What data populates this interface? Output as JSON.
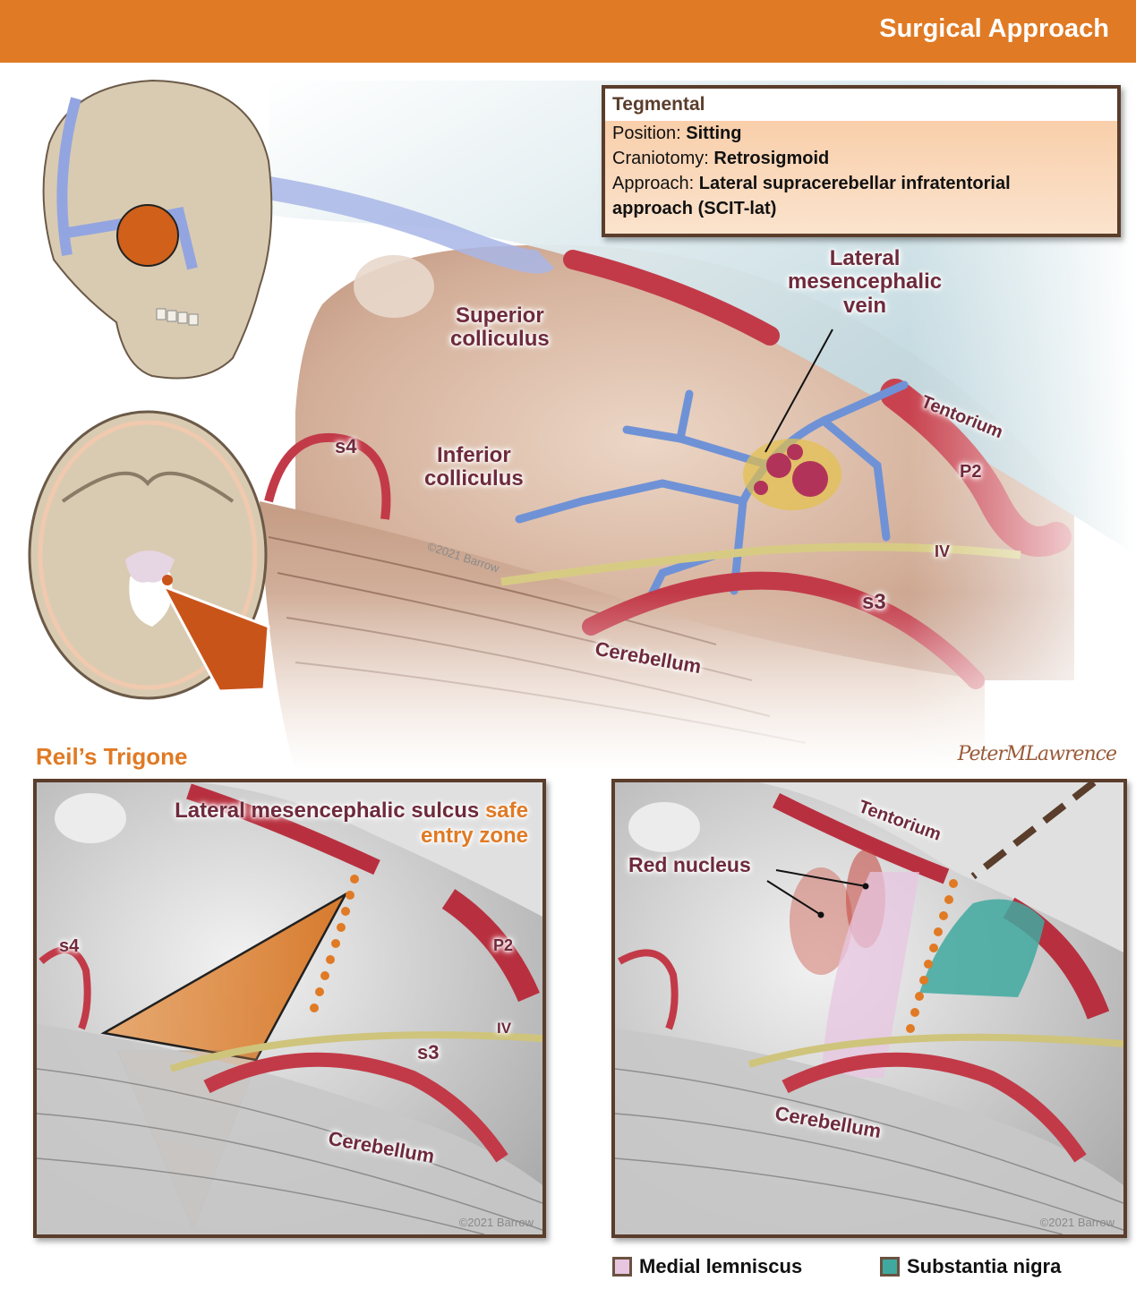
{
  "header": {
    "title": "Surgical Approach",
    "color": "#e07a24"
  },
  "info_box": {
    "title": "Tegmental",
    "rows": [
      {
        "label": "Position:",
        "value": "Sitting"
      },
      {
        "label": "Craniotomy:",
        "value": "Retrosigmoid"
      },
      {
        "label": "Approach:",
        "value": "Lateral supracerebellar infratentorial",
        "value_cont": "approach (SCIT-lat)"
      }
    ]
  },
  "main_labels": {
    "lateral_vein": [
      "Lateral",
      "mesencephalic",
      "vein"
    ],
    "superior": [
      "Superior",
      "colliculus"
    ],
    "inferior": [
      "Inferior",
      "colliculus"
    ],
    "tentorium": "Tentorium",
    "p2": "P2",
    "s4": "s4",
    "s3": "s3",
    "iv": "IV",
    "cerebellum": "Cerebellum"
  },
  "copyright": "©2021 Barrow",
  "signature": "PeterMLawrence",
  "section": {
    "title": "Reil’s Trigone"
  },
  "left_panel": {
    "caption_main": "Lateral mesencephalic sulcus",
    "caption_accent_1": "safe",
    "caption_accent_2": "entry zone",
    "s4": "s4",
    "p2": "P2",
    "iv": "IV",
    "s3": "s3",
    "cerebellum": "Cerebellum"
  },
  "right_panel": {
    "tentorium": "Tentorium",
    "red_nucleus": "Red nucleus",
    "cerebellum": "Cerebellum"
  },
  "legend": [
    {
      "label": "Medial lemniscus",
      "color": "#e8c6e0"
    },
    {
      "label": "Substantia nigra",
      "color": "#3fa9a0"
    }
  ]
}
